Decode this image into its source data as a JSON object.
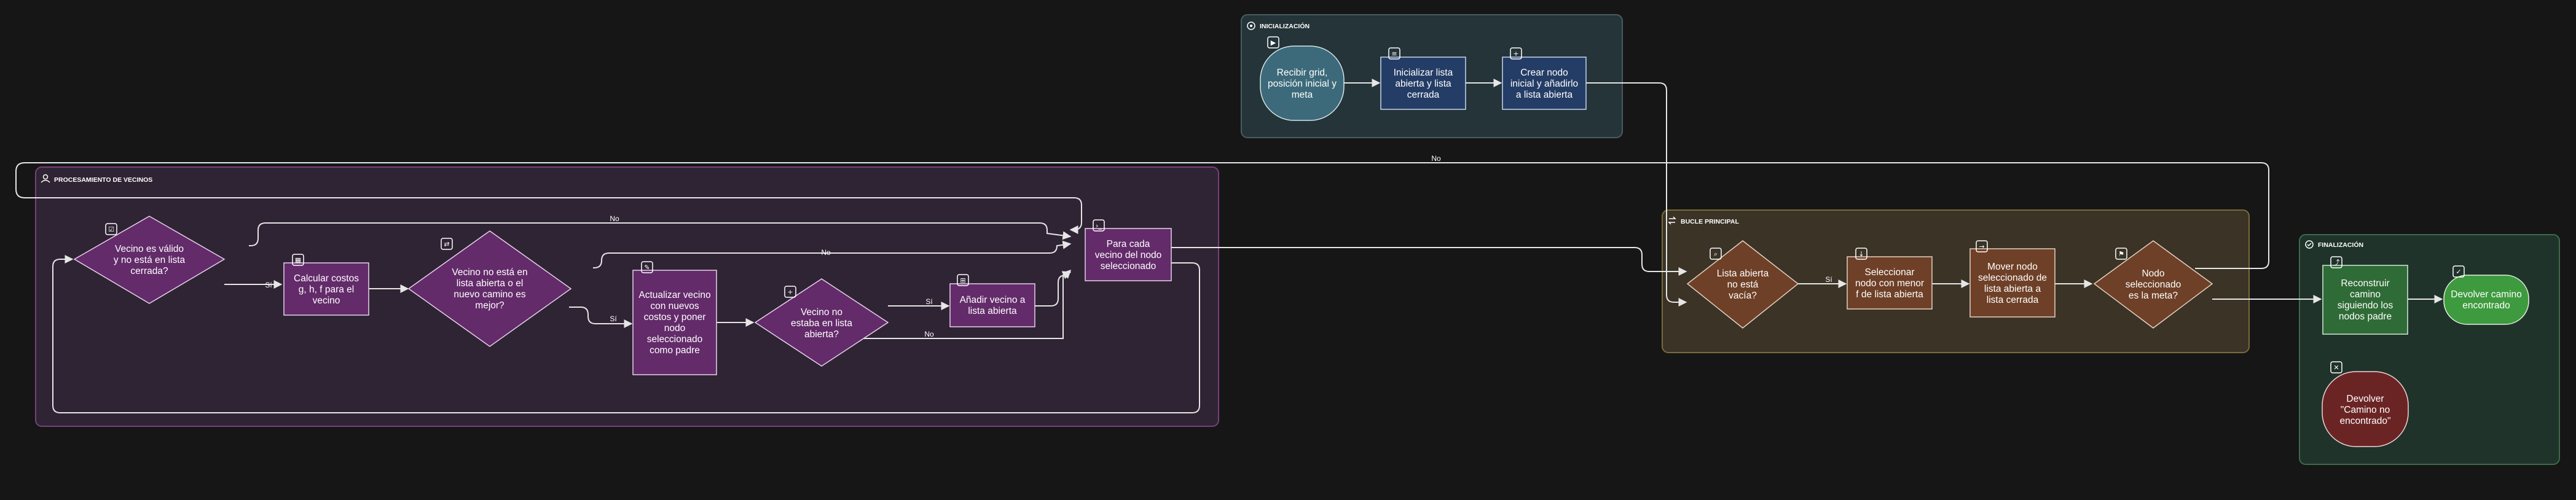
{
  "groups": {
    "inicializacion": {
      "title": "INICIALIZACIÓN",
      "icon": "gear-icon"
    },
    "procesamiento": {
      "title": "PROCESAMIENTO DE VECINOS",
      "icon": "people-icon"
    },
    "bucle": {
      "title": "BUCLE PRINCIPAL",
      "icon": "loop-icon"
    },
    "finalizacion": {
      "title": "FINALIZACIÓN",
      "icon": "check-circle-icon"
    }
  },
  "nodes": {
    "recibir_grid": [
      "Recibir grid,",
      "posición inicial y",
      "meta"
    ],
    "inicializar_listas": [
      "Inicializar lista",
      "abierta y lista",
      "cerrada"
    ],
    "crear_nodo": [
      "Crear nodo",
      "inicial y añadirlo",
      "a lista abierta"
    ],
    "lista_vacia": [
      "Lista abierta",
      "no está",
      "vacía?"
    ],
    "seleccionar_nodo": [
      "Seleccionar",
      "nodo con menor",
      "f de lista abierta"
    ],
    "mover_nodo": [
      "Mover nodo",
      "seleccionado de",
      "lista abierta a",
      "lista cerrada"
    ],
    "es_meta": [
      "Nodo",
      "seleccionado",
      "es la meta?"
    ],
    "para_cada_vecino": [
      "Para cada",
      "vecino del nodo",
      "seleccionado"
    ],
    "vecino_valido": [
      "Vecino es válido",
      "y no está en lista",
      "cerrada?"
    ],
    "calcular_costos": [
      "Calcular costos",
      "g, h, f para el",
      "vecino"
    ],
    "vecino_mejor": [
      "Vecino no está en",
      "lista abierta o el",
      "nuevo camino es",
      "mejor?"
    ],
    "actualizar_vecino": [
      "Actualizar vecino",
      "con nuevos",
      "costos y poner",
      "nodo",
      "seleccionado",
      "como padre"
    ],
    "no_estaba": [
      "Vecino no",
      "estaba en lista",
      "abierta?"
    ],
    "anadir_vecino": [
      "Añadir vecino a",
      "lista abierta"
    ],
    "reconstruir": [
      "Reconstruir",
      "camino",
      "siguiendo los",
      "nodos padre"
    ],
    "devolver_camino": [
      "Devolver camino",
      "encontrado"
    ],
    "devolver_no": [
      "Devolver",
      "\"Camino no",
      "encontrado\""
    ]
  },
  "edge_labels": {
    "si": "Sí",
    "no": "No"
  },
  "colors": {
    "background": "#161616",
    "inicializacion_bg": "#243438",
    "procesamiento_bg": "#2f2433",
    "bucle_bg": "#3a3326",
    "finalizacion_bg": "#20332b",
    "teal_node": "#3c6a7a",
    "blue_node": "#243d66",
    "brown_node": "#6e4027",
    "purple_node": "#632b6a",
    "green_node": "#2f6b36",
    "bright_green_node": "#3e9a3e",
    "red_node": "#6b2424"
  }
}
